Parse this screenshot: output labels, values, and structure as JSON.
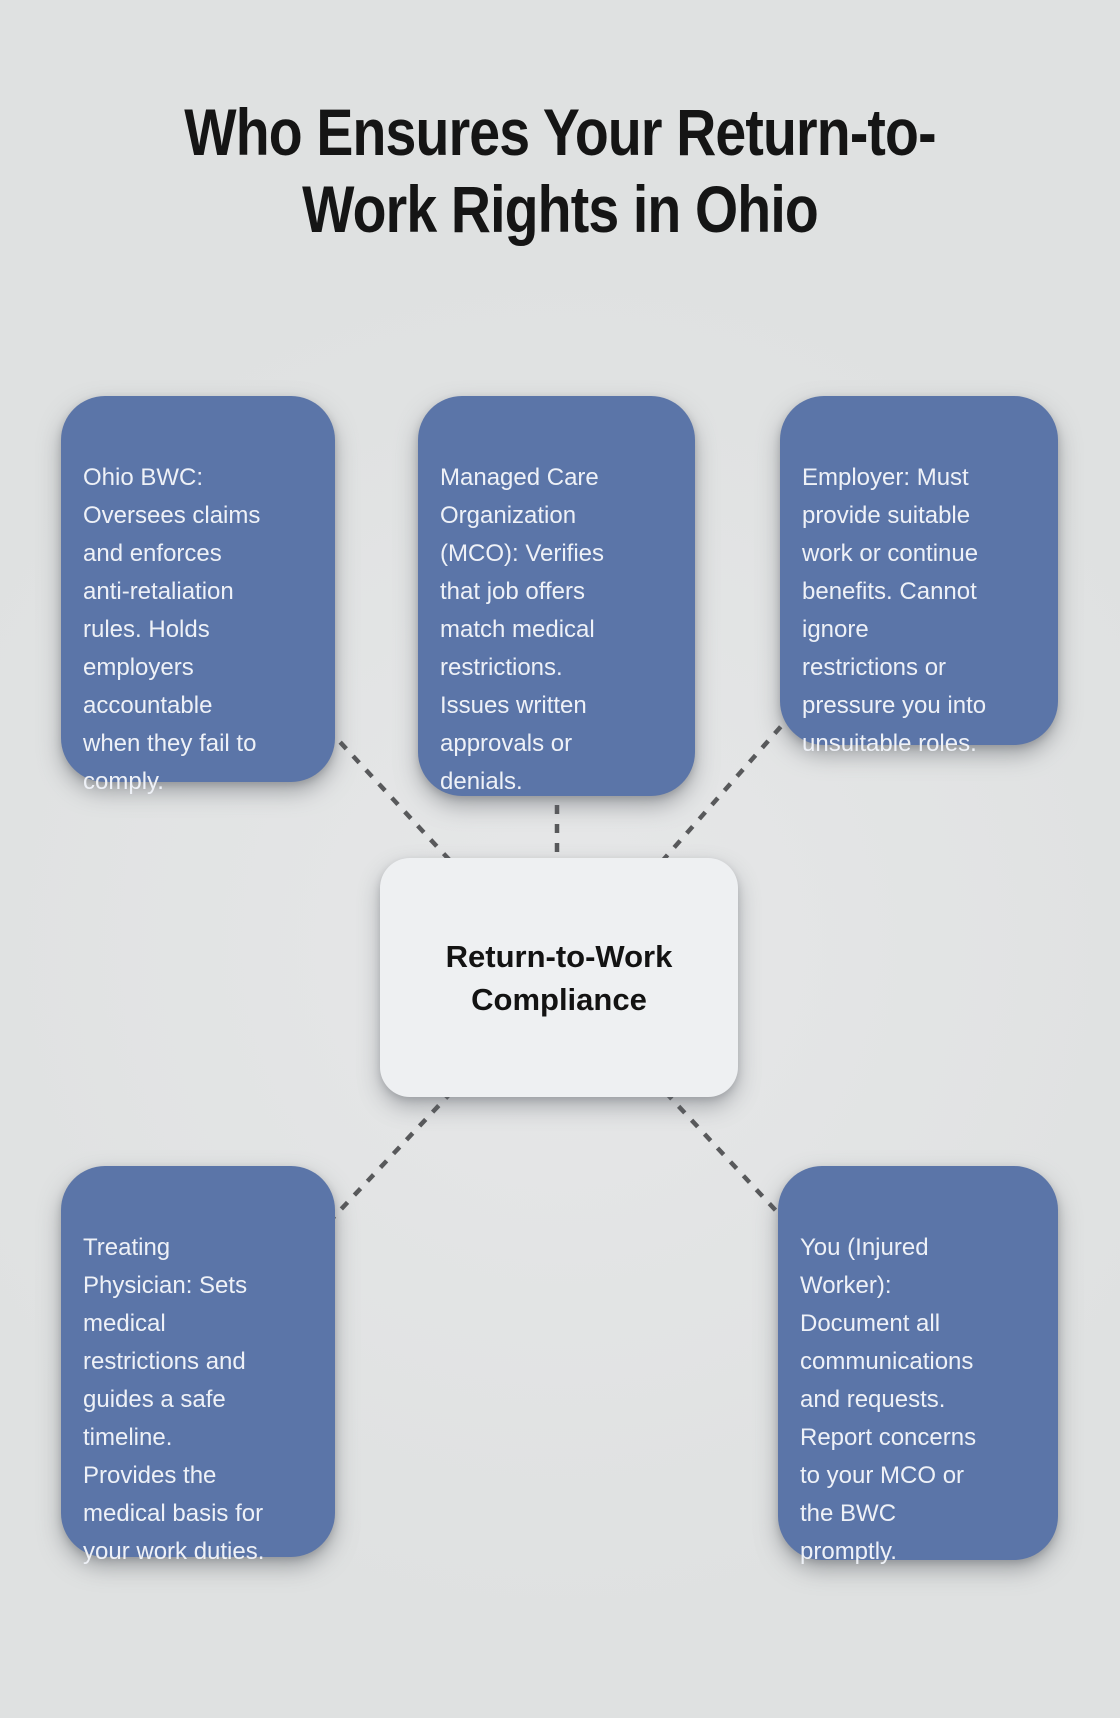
{
  "title": {
    "text": "Who Ensures Your Return-to-\nWork Rights in Ohio"
  },
  "center_node": {
    "label": "Return-to-Work\nCompliance"
  },
  "nodes": [
    {
      "id": "ohio-bwc",
      "label": "Ohio BWC:\nOversees claims\nand enforces\nanti-retaliation\nrules. Holds\nemployers\naccountable\nwhen they fail to\ncomply."
    },
    {
      "id": "mco",
      "label": "Managed Care\nOrganization\n(MCO): Verifies\nthat job offers\nmatch medical\nrestrictions.\nIssues written\napprovals or\ndenials."
    },
    {
      "id": "employer",
      "label": "Employer: Must\nprovide suitable\nwork or continue\nbenefits. Cannot\nignore\nrestrictions or\npressure you into\nunsuitable roles."
    },
    {
      "id": "treating-physician",
      "label": "Treating\nPhysician: Sets\nmedical\nrestrictions and\nguides a safe\ntimeline.\nProvides the\nmedical basis for\nyour work duties."
    },
    {
      "id": "injured-worker",
      "label": "You (Injured\nWorker):\nDocument all\ncommunications\nand requests.\nReport concerns\nto your MCO or\nthe BWC\npromptly."
    }
  ],
  "colors": {
    "background": "#dfe1e1",
    "node_fill": "#5b75a8",
    "node_text": "#eef1f7",
    "center_fill": "#eef0f2",
    "center_text": "#131313",
    "title_color": "#151515",
    "connector": "#58595b"
  }
}
